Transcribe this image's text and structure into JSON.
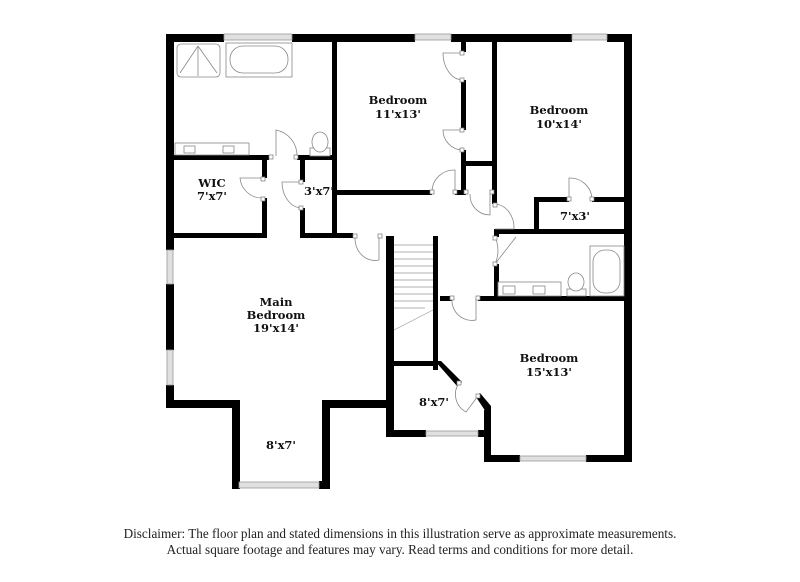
{
  "floor_plan": {
    "rooms": [
      {
        "id": "bedroom-1",
        "name": "Bedroom",
        "dimensions": "11'x13'"
      },
      {
        "id": "bedroom-2",
        "name": "Bedroom",
        "dimensions": "10'x14'"
      },
      {
        "id": "wic",
        "name": "WIC",
        "dimensions": "7'x7'"
      },
      {
        "id": "closet-3x7",
        "name": "",
        "dimensions": "3'x7'"
      },
      {
        "id": "closet-7x3",
        "name": "",
        "dimensions": "7'x3'"
      },
      {
        "id": "main-bedroom",
        "name_line1": "Main",
        "name_line2": "Bedroom",
        "dimensions": "19'x14'"
      },
      {
        "id": "alcove-8x7-main",
        "name": "",
        "dimensions": "8'x7'"
      },
      {
        "id": "closet-8x7",
        "name": "",
        "dimensions": "8'x7'"
      },
      {
        "id": "bedroom-3",
        "name": "Bedroom",
        "dimensions": "15'x13'"
      }
    ],
    "colors": {
      "wall": "#000000",
      "window": "#e0e0e0",
      "fixture_stroke": "#888888",
      "background": "#ffffff"
    }
  },
  "disclaimer": {
    "line1": "Disclaimer: The floor plan and stated dimensions in this illustration serve as approximate measurements.",
    "line2": "Actual square footage and features may vary. Read terms and conditions for more detail."
  }
}
